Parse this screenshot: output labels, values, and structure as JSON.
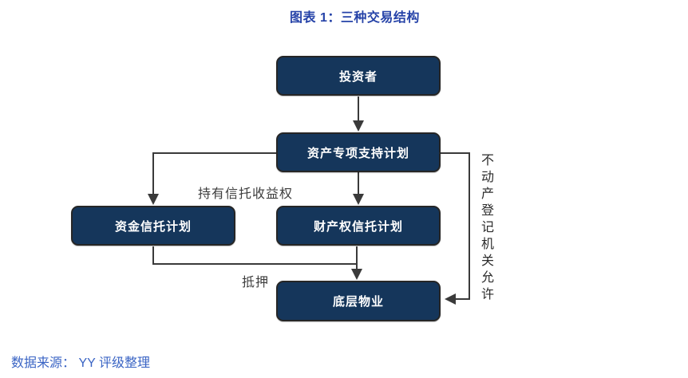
{
  "title": "图表 1：三种交易结构",
  "diagram": {
    "nodes": {
      "investor": "投资者",
      "asset_plan": "资产专项支持计划",
      "capital_trust": "资金信托计划",
      "property_trust": "财产权信托计划",
      "underlying_property": "底层物业"
    },
    "edge_labels": {
      "hold_trust_rights": "持有信托收益权",
      "mortgage": "抵押",
      "registration_permit": "不动产登记机关允许"
    }
  },
  "footer": {
    "source": "数据来源： YY 评级整理"
  },
  "colors": {
    "box_fill": "#15365b",
    "box_border": "#262626",
    "title_color": "#2643a8",
    "source_color": "#3a64c4",
    "line_color": "#3a3a3a"
  }
}
